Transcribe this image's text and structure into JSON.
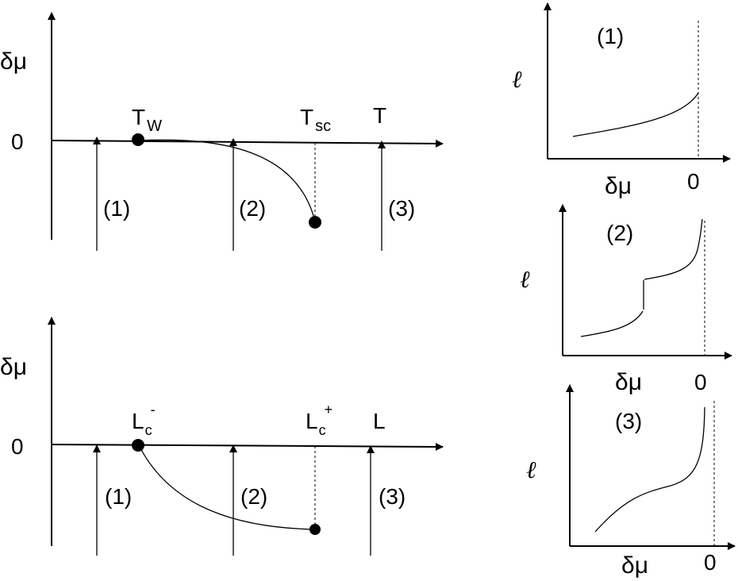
{
  "top_diagram": {
    "y_axis_label": "δμ",
    "zero_label": "0",
    "x_axis_label": "T",
    "point_left_main": "T",
    "point_left_sub": "W",
    "point_right_main": "T",
    "point_right_sub": "sc",
    "arrow_labels": [
      "(1)",
      "(2)",
      "(3)"
    ]
  },
  "bottom_diagram": {
    "y_axis_label": "δμ",
    "zero_label": "0",
    "x_axis_label": "L",
    "point_left_main": "L",
    "point_left_sub": "c",
    "point_left_sup": "-",
    "point_right_main": "L",
    "point_right_sub": "c",
    "point_right_sup": "+",
    "arrow_labels": [
      "(1)",
      "(2)",
      "(3)"
    ]
  },
  "insets": [
    {
      "title": "(1)",
      "y_label": "ℓ",
      "x_label": "δμ",
      "zero_label": "0"
    },
    {
      "title": "(2)",
      "y_label": "ℓ",
      "x_label": "δμ",
      "zero_label": "0"
    },
    {
      "title": "(3)",
      "y_label": "ℓ",
      "x_label": "δμ",
      "zero_label": "0"
    }
  ]
}
